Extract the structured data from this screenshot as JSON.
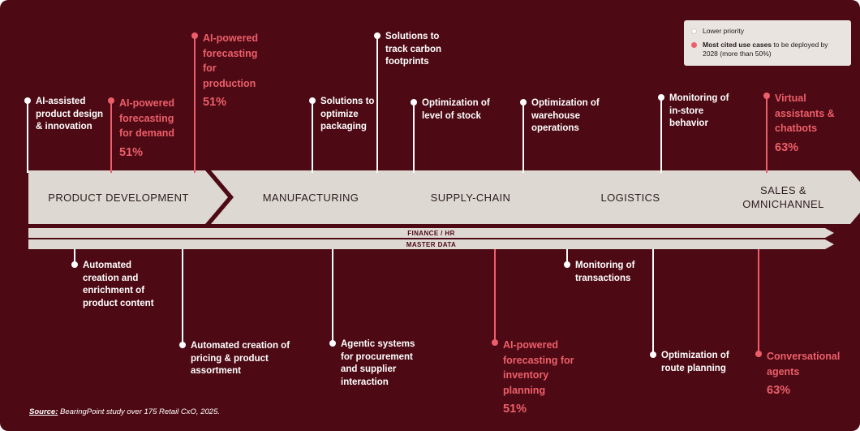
{
  "colors": {
    "background": "#4d0a14",
    "band": "#ded8d2",
    "accent_pink": "#ec5f6a",
    "white": "#ffffff"
  },
  "legend": {
    "lower_label": "Lower priority",
    "most_label_bold": "Most cited use cases",
    "most_label_rest": " to be deployed by 2028 (more than 50%)"
  },
  "stages": [
    {
      "label": "PRODUCT DEVELOPMENT"
    },
    {
      "label": "MANUFACTURING"
    },
    {
      "label": "SUPPLY-CHAIN"
    },
    {
      "label": "LOGISTICS"
    },
    {
      "label": "SALES &\nOMNICHANNEL"
    }
  ],
  "bars": [
    {
      "label": "FINANCE / HR"
    },
    {
      "label": "MASTER DATA"
    }
  ],
  "callouts": {
    "top": [
      {
        "label": "AI-assisted\nproduct design\n& innovation",
        "pct": ""
      },
      {
        "label": "AI-powered\nforecasting\nfor demand",
        "pct": "51%"
      },
      {
        "label": "AI-powered\nforecasting\nfor\nproduction",
        "pct": "51%"
      },
      {
        "label": "Solutions to\noptimize\npackaging",
        "pct": ""
      },
      {
        "label": "Solutions to\ntrack carbon\nfootprints",
        "pct": ""
      },
      {
        "label": "Optimization of\nlevel of stock",
        "pct": ""
      },
      {
        "label": "Optimization of\nwarehouse\noperations",
        "pct": ""
      },
      {
        "label": "Monitoring of\nin-store\nbehavior",
        "pct": ""
      },
      {
        "label": "Virtual\nassistants &\nchatbots",
        "pct": "63%"
      }
    ],
    "bottom": [
      {
        "label": "Automated\ncreation and\nenrichment of\nproduct content",
        "pct": ""
      },
      {
        "label": "Automated creation of\npricing & product\nassortment",
        "pct": ""
      },
      {
        "label": "Agentic systems\nfor procurement\nand supplier\ninteraction",
        "pct": ""
      },
      {
        "label": "AI-powered\nforecasting for\ninventory\nplanning",
        "pct": "51%"
      },
      {
        "label": "Monitoring of\ntransactions",
        "pct": ""
      },
      {
        "label": "Optimization of\nroute planning",
        "pct": ""
      },
      {
        "label": "Conversational\nagents",
        "pct": "63%"
      }
    ]
  },
  "source": {
    "prefix": "Source:",
    "text": " BearingPoint study over 175 Retail CxO, 2025."
  }
}
